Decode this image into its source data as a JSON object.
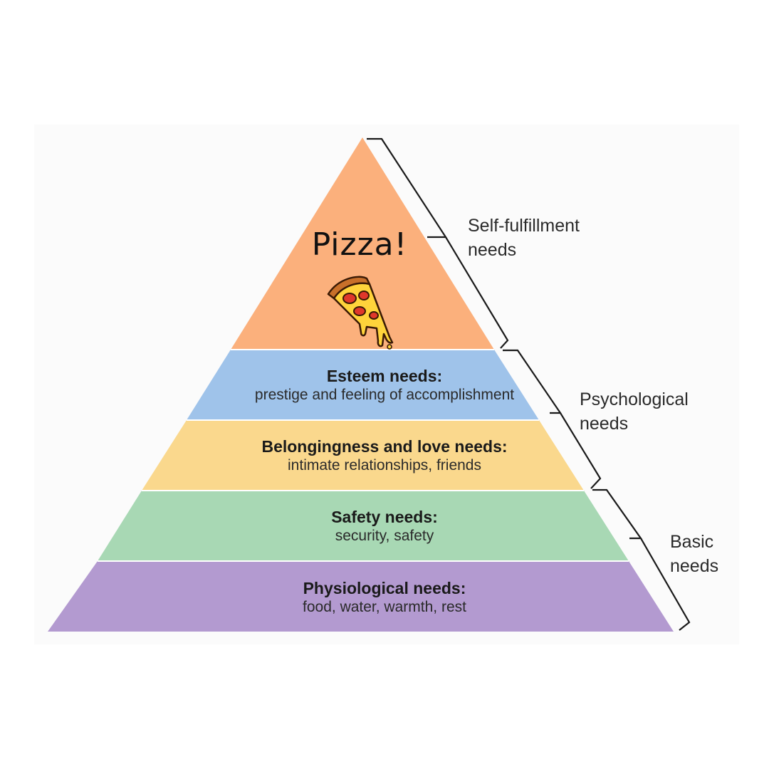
{
  "pyramid": {
    "top_label": "Pizza!",
    "top_icon": "pizza-slice-icon",
    "tiers": [
      {
        "title": "Esteem needs:",
        "desc": "prestige and feeling of accomplishment",
        "color": "#9fc3ea"
      },
      {
        "title": "Belongingness and love needs:",
        "desc": "intimate relationships, friends",
        "color": "#fad88d"
      },
      {
        "title": "Safety needs:",
        "desc": "security, safety",
        "color": "#a8d8b4"
      },
      {
        "title": "Physiological needs:",
        "desc": "food, water, warmth, rest",
        "color": "#b39ad0"
      }
    ],
    "top_color": "#fbb07c"
  },
  "brackets": [
    {
      "label": "Self-fulfillment\nneeds"
    },
    {
      "label": "Psychological\nneeds"
    },
    {
      "label": "Basic\nneeds"
    }
  ]
}
